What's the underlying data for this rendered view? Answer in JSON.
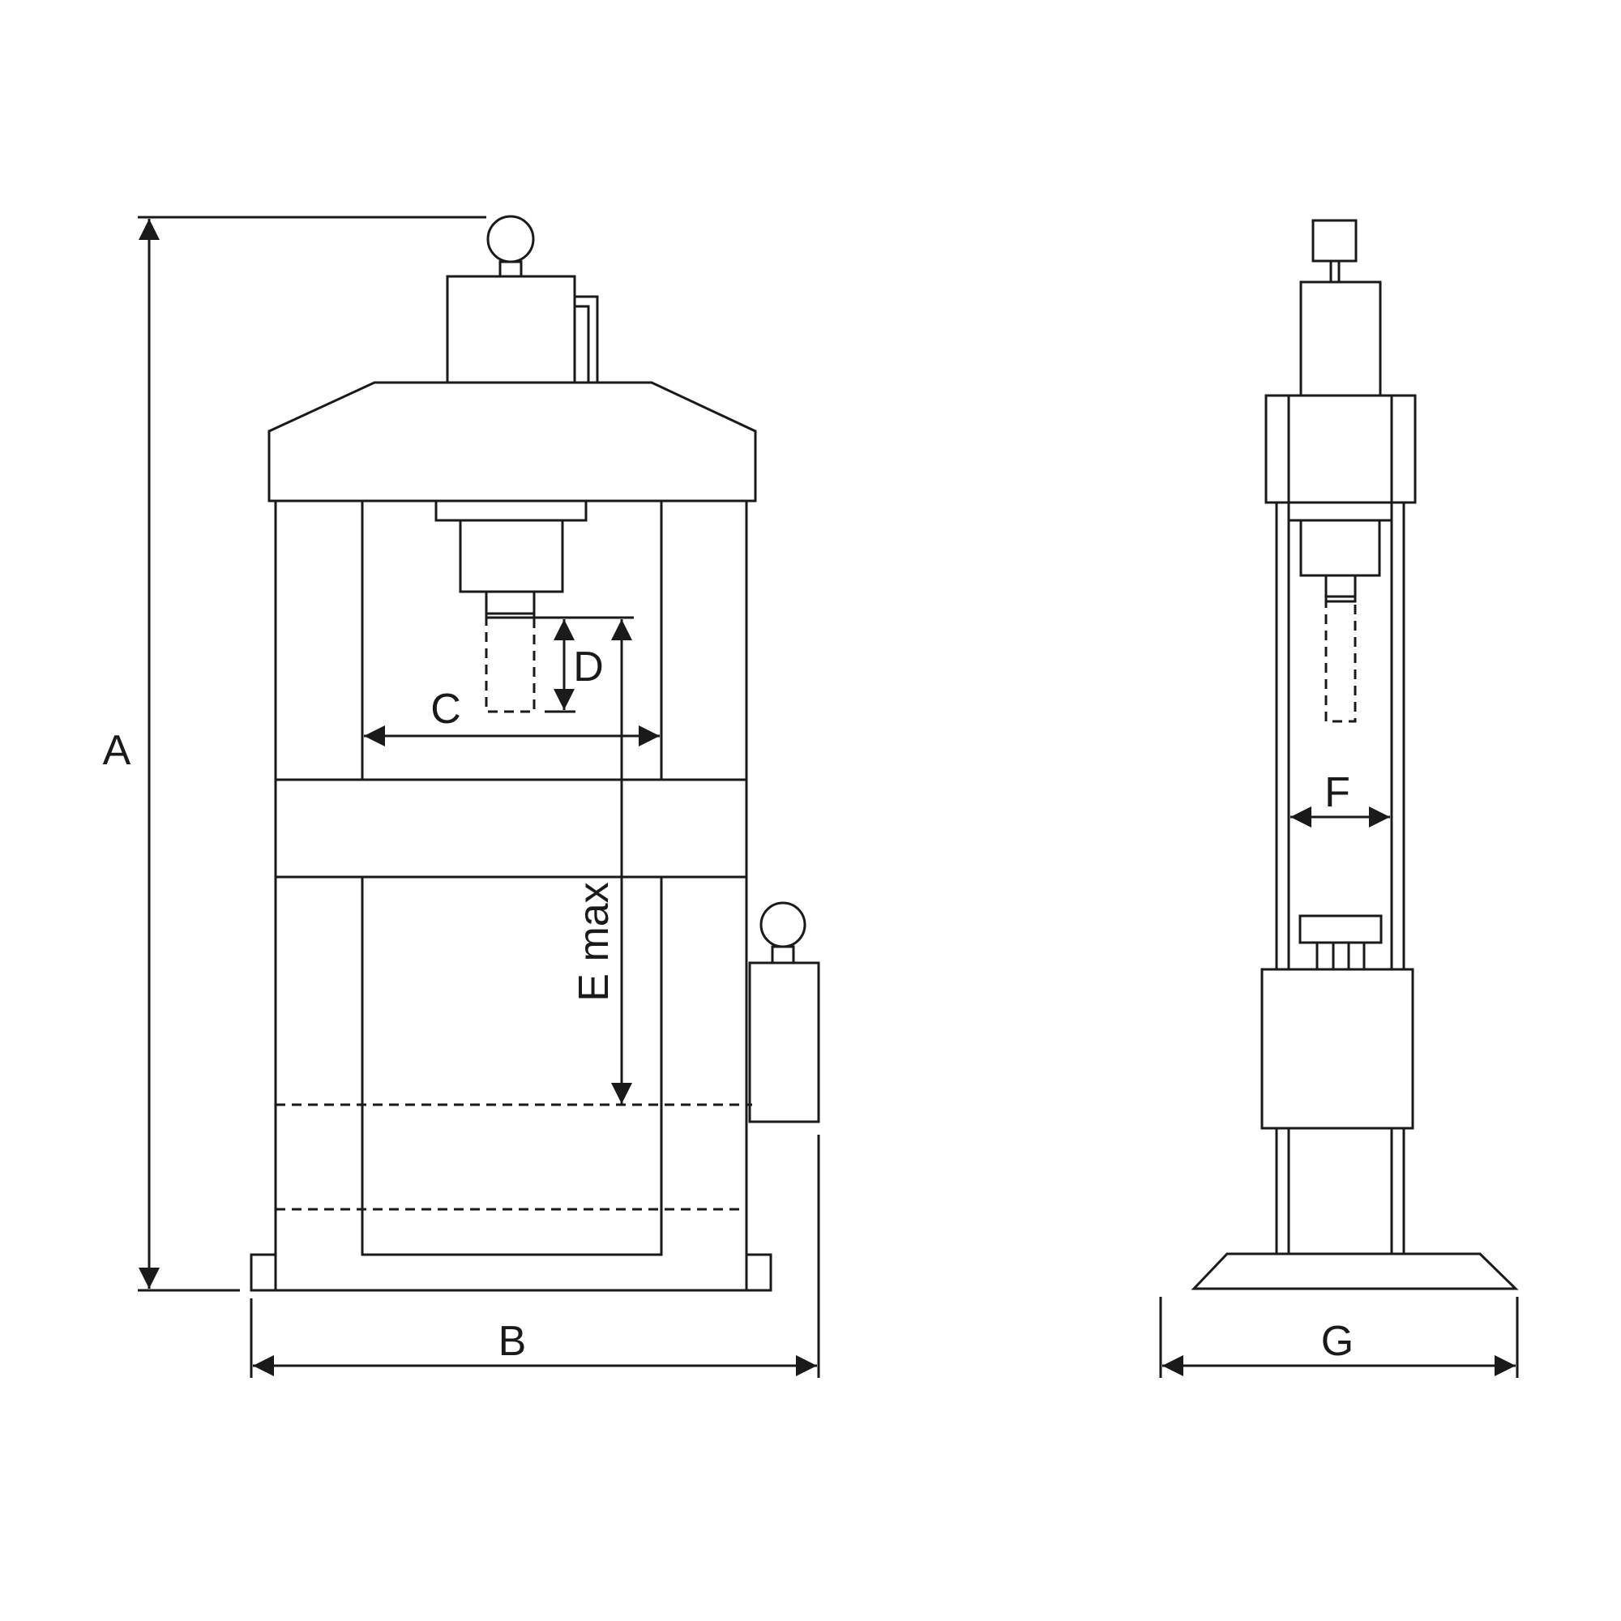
{
  "labels": {
    "a": "A",
    "b": "B",
    "c": "C",
    "d": "D",
    "e": "E max",
    "f": "F",
    "g": "G"
  },
  "colors": {
    "line": "#1a1a1a",
    "background": "#ffffff"
  }
}
